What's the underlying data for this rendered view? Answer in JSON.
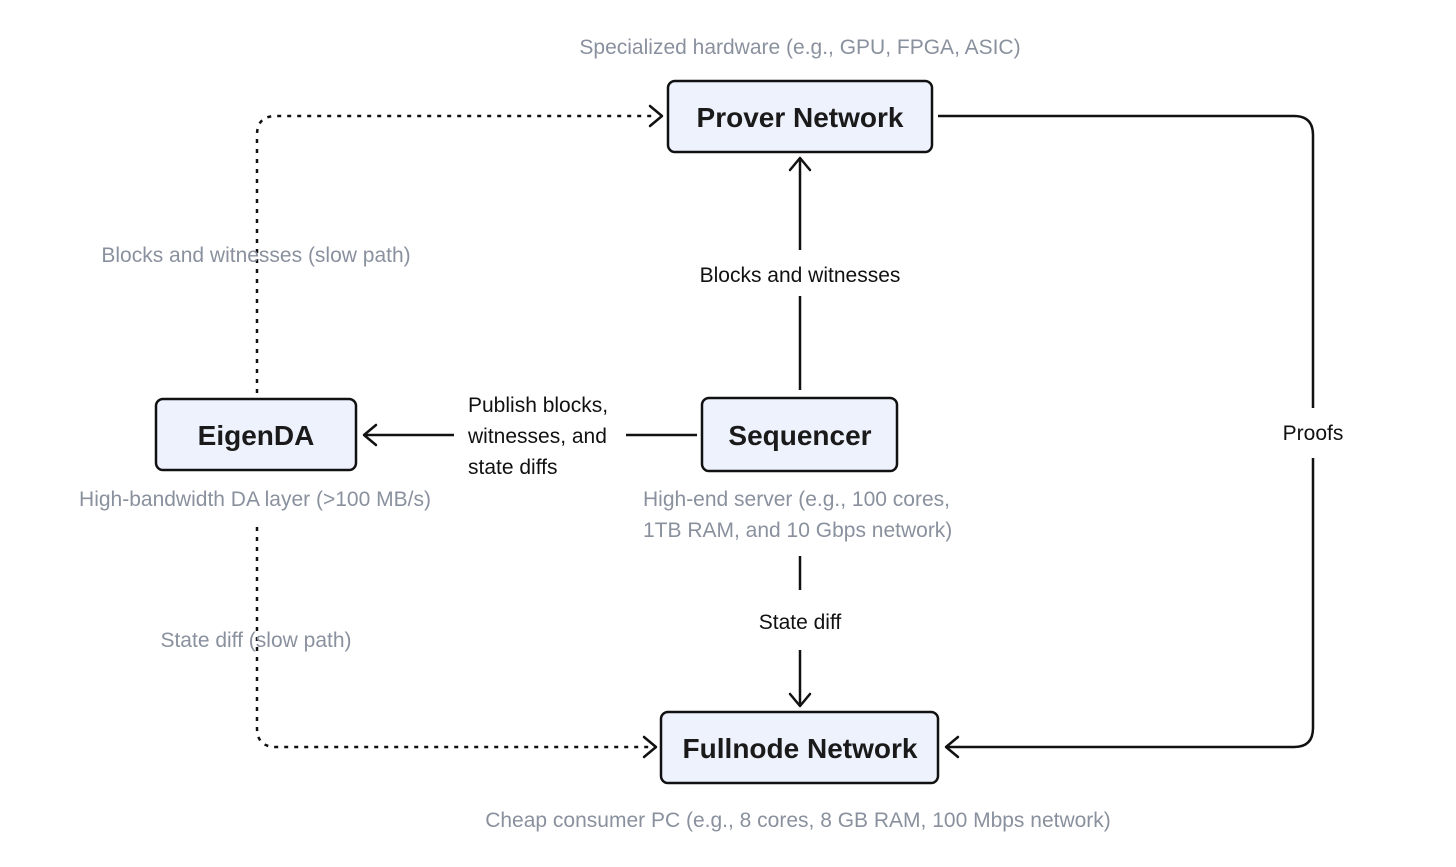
{
  "nodes": {
    "prover": {
      "label": "Prover Network",
      "note": "Specialized hardware (e.g., GPU, FPGA, ASIC)"
    },
    "eigenda": {
      "label": "EigenDA",
      "note": "High-bandwidth DA layer (>100 MB/s)"
    },
    "sequencer": {
      "label": "Sequencer",
      "note_lines": [
        "High-end server (e.g., 100 cores,",
        "1TB RAM, and 10 Gbps network)"
      ]
    },
    "fullnode": {
      "label": "Fullnode Network",
      "note": "Cheap consumer PC (e.g., 8 cores, 8 GB RAM, 100 Mbps network)"
    }
  },
  "edges": {
    "seq_to_prover": {
      "label": "Blocks and witnesses"
    },
    "seq_to_eigenda": {
      "label_lines": [
        "Publish blocks,",
        "witnesses, and",
        "state diffs"
      ]
    },
    "seq_to_fullnode": {
      "label": "State diff"
    },
    "prover_to_fullnode": {
      "label": "Proofs"
    },
    "eigenda_to_prover": {
      "label": "Blocks and witnesses (slow path)"
    },
    "eigenda_to_fullnode": {
      "label": "State diff (slow path)"
    }
  },
  "colors": {
    "node_fill": "#eef2fd",
    "stroke": "#111111",
    "note_text": "#8a919e"
  }
}
